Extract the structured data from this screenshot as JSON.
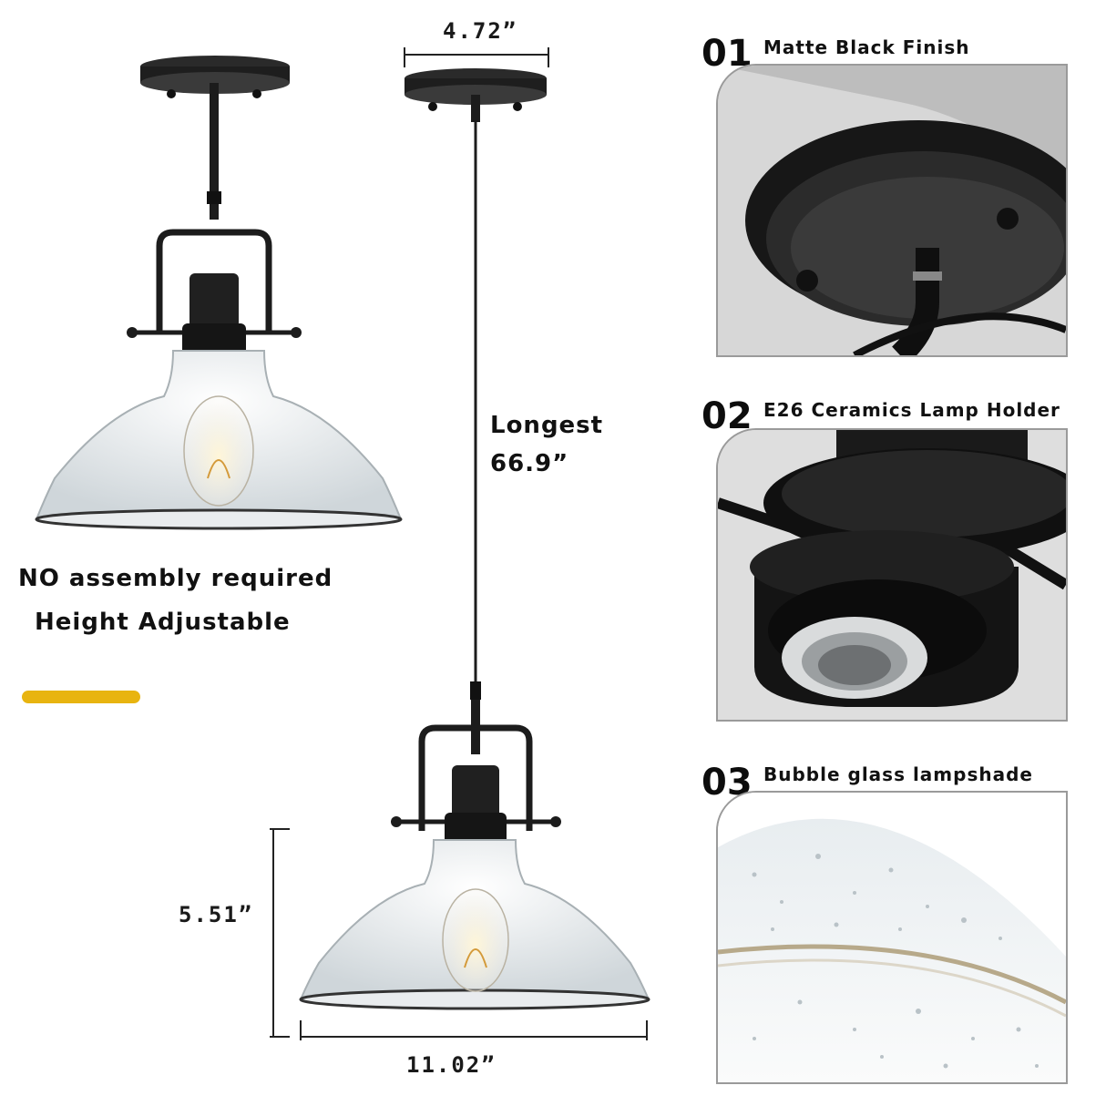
{
  "dimensions": {
    "canopy_width": "4.72”",
    "longest_label": "Longest",
    "longest_value": "66.9”",
    "height": "5.51”",
    "width": "11.02”"
  },
  "notes": {
    "line1": "NO assembly required",
    "line2": "Height Adjustable"
  },
  "features": [
    {
      "number": "01",
      "title": "Matte Black Finish"
    },
    {
      "number": "02",
      "title": "E26 Ceramics Lamp Holder"
    },
    {
      "number": "03",
      "title": "Bubble glass lampshade"
    }
  ],
  "colors": {
    "accent_bar": "#e8b410",
    "metal": "#1c1c1c"
  }
}
